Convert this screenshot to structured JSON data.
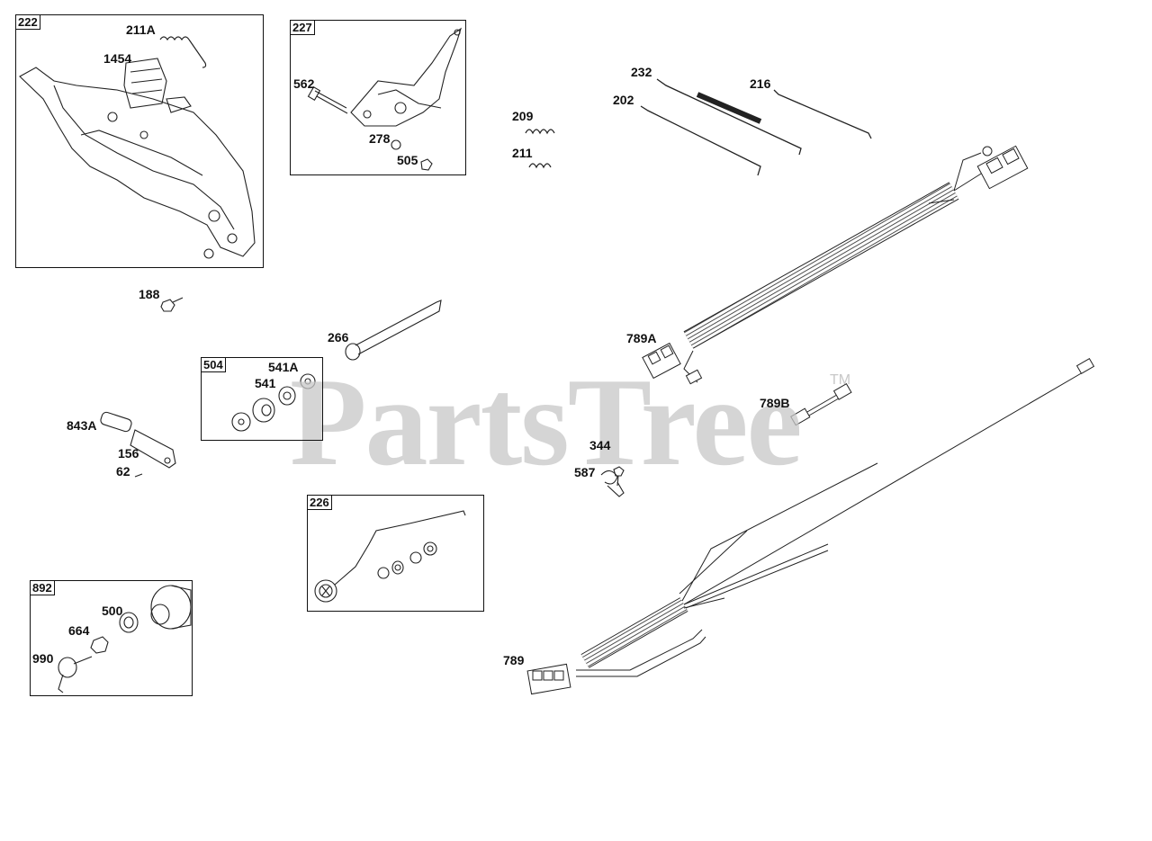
{
  "watermark": {
    "brand": "PartsTree",
    "trademark": "TM"
  },
  "boxes": [
    {
      "id": "222"
    },
    {
      "id": "227"
    },
    {
      "id": "504"
    },
    {
      "id": "226"
    },
    {
      "id": "892"
    }
  ],
  "labels": [
    {
      "id": "211A"
    },
    {
      "id": "1454"
    },
    {
      "id": "562"
    },
    {
      "id": "278"
    },
    {
      "id": "505"
    },
    {
      "id": "209"
    },
    {
      "id": "211"
    },
    {
      "id": "232"
    },
    {
      "id": "202"
    },
    {
      "id": "216"
    },
    {
      "id": "188"
    },
    {
      "id": "266"
    },
    {
      "id": "541A"
    },
    {
      "id": "541"
    },
    {
      "id": "843A"
    },
    {
      "id": "156"
    },
    {
      "id": "62"
    },
    {
      "id": "789A"
    },
    {
      "id": "789B"
    },
    {
      "id": "344"
    },
    {
      "id": "587"
    },
    {
      "id": "500"
    },
    {
      "id": "664"
    },
    {
      "id": "990"
    },
    {
      "id": "789"
    }
  ]
}
